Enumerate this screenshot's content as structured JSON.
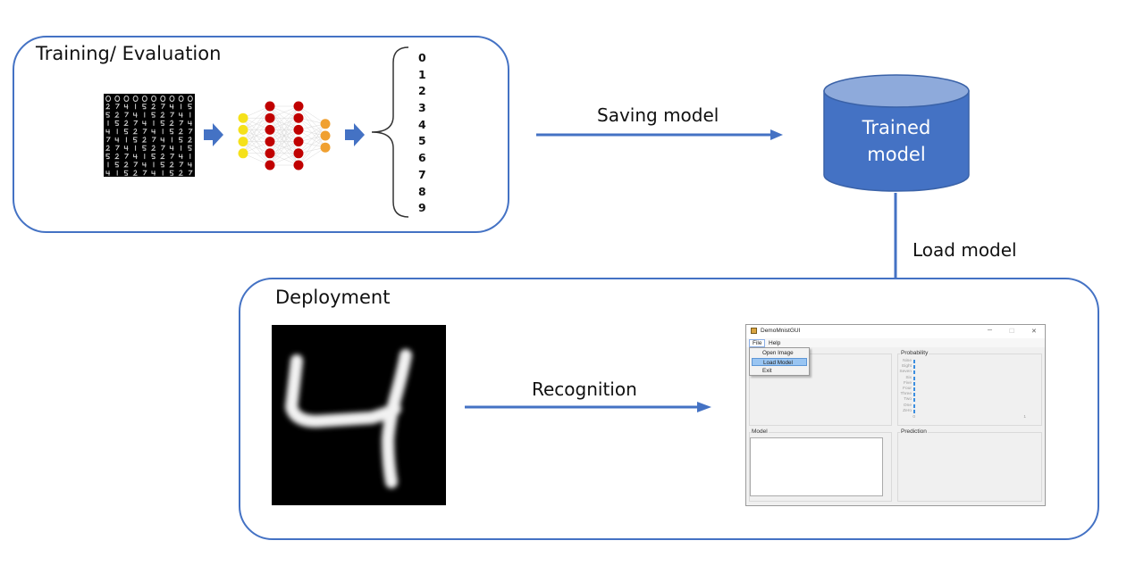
{
  "training_panel": {
    "title": "Training/ Evaluation",
    "output_digits": [
      "0",
      "1",
      "2",
      "3",
      "4",
      "5",
      "6",
      "7",
      "8",
      "9"
    ]
  },
  "arrows": {
    "saving_label": "Saving model",
    "load_label": "Load model",
    "recognition_label": "Recognition"
  },
  "database": {
    "label_line1": "Trained",
    "label_line2": "model"
  },
  "deployment_panel": {
    "title": "Deployment"
  },
  "colors": {
    "accent": "#4472c4",
    "cylinder_body": "#4472c4",
    "cylinder_top": "#8eaadb",
    "input_neuron": "#f5e11a",
    "hidden_neuron": "#c00000",
    "output_neuron": "#f0a030"
  },
  "gui": {
    "window_title": "DemoMnistGUI",
    "controls": {
      "minimize": "─",
      "maximize": "☐",
      "close": "✕"
    },
    "menu": [
      "File",
      "Help"
    ],
    "file_menu_items": [
      "Open Image",
      "Load Model",
      "Exit"
    ],
    "selected_item": "Load Model",
    "probability_group": "Probability",
    "probability_labels": [
      "Nine",
      "Eight",
      "Seven",
      "Six",
      "Five",
      "Four",
      "Three",
      "Two",
      "One",
      "Zero"
    ],
    "axis_start": "0",
    "axis_end": "1",
    "model_group": "Model",
    "prediction_group": "Prediction"
  }
}
